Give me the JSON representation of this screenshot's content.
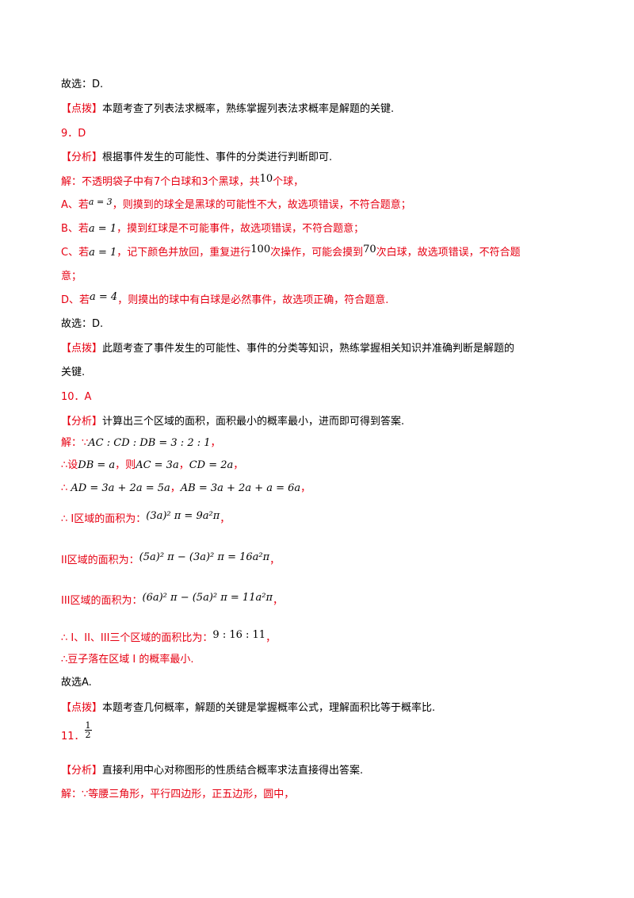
{
  "l1": {
    "text": "故选：D."
  },
  "l2": {
    "tag": "【点拨】",
    "text": "本题考查了列表法求概率，熟练掌握列表法求概率是解题的关键."
  },
  "l3": {
    "text": "9．D"
  },
  "l4": {
    "tag": "【分析】",
    "text": "根据事件发生的可能性、事件的分类进行判断即可."
  },
  "l5": {
    "a": "解：不透明袋子中有",
    "n1": "7",
    "b": "个白球和",
    "n2": "3",
    "c": "个黑球，共",
    "n3": "10",
    "d": "个球，"
  },
  "l6": {
    "a": "A、若",
    "m": "a = 3",
    "b": "，则摸到的球全是黑球的可能性不大，故选项错误，不符合题意；"
  },
  "l7": {
    "a": "B、若",
    "m": "a = 1",
    "b": "，摸到红球是不可能事件，故选项错误，不符合题意；"
  },
  "l8": {
    "a": "C、若",
    "m": "a = 1",
    "b": "，记下颜色并放回，重复进行",
    "n1": "100",
    "c": "次操作，可能会摸到",
    "n2": "70",
    "d": "次白球，故选项错误，不符合题"
  },
  "l9": {
    "text": "意；"
  },
  "l10": {
    "a": "D、若",
    "m": "a = 4",
    "b": "，则摸出的球中有白球是必然事件，故选项正确，符合题意."
  },
  "l11": {
    "text": "故选：D."
  },
  "l12": {
    "tag": "【点拨】",
    "text": "此题考查了事件发生的可能性、事件的分类等知识，熟练掌握相关知识并准确判断是解题的"
  },
  "l13": {
    "text": "关键."
  },
  "l14": {
    "text": "10．A"
  },
  "l15": {
    "tag": "【分析】",
    "text": "计算出三个区域的面积，面积最小的概率最小，进而即可得到答案."
  },
  "l16": {
    "a": "解：∵",
    "m": "AC : CD : DB = 3 : 2 : 1",
    "b": "，"
  },
  "l17": {
    "a": "∴设",
    "m1": "DB = a",
    "b": "，则",
    "m2": "AC = 3a",
    "c": "，",
    "m3": "CD = 2a",
    "d": "，"
  },
  "l18": {
    "a": "∴ ",
    "m1": "AD = 3a + 2a = 5a",
    "b": "，",
    "m2": "AB = 3a + 2a + a = 6a",
    "c": "，"
  },
  "l19": {
    "a": "∴ I区域的面积为：",
    "m": "(3a)² π = 9a²π",
    "b": "，"
  },
  "l20": {
    "a": "II区域的面积为：",
    "m": "(5a)² π − (3a)² π = 16a²π",
    "b": "，"
  },
  "l21": {
    "a": "III区域的面积为：",
    "m": "(6a)² π − (5a)² π = 11a²π",
    "b": "，"
  },
  "l22": {
    "a": "∴ I、II、III三个区域的面积比为：",
    "m": "9 : 16 : 11",
    "b": "，"
  },
  "l23": {
    "text": "∴豆子落在区域 I 的概率最小."
  },
  "l24": {
    "text": "故选A."
  },
  "l25": {
    "tag": "【点拨】",
    "text": "本题考查几何概率，解题的关键是掌握概率公式，理解面积比等于概率比."
  },
  "l26": {
    "prefix": "11．",
    "num": "1",
    "den": "2"
  },
  "l27": {
    "tag": "【分析】",
    "text": "直接利用中心对称图形的性质结合概率求法直接得出答案."
  },
  "l28": {
    "text": "解：∵等腰三角形，平行四边形，正五边形，圆中，"
  }
}
